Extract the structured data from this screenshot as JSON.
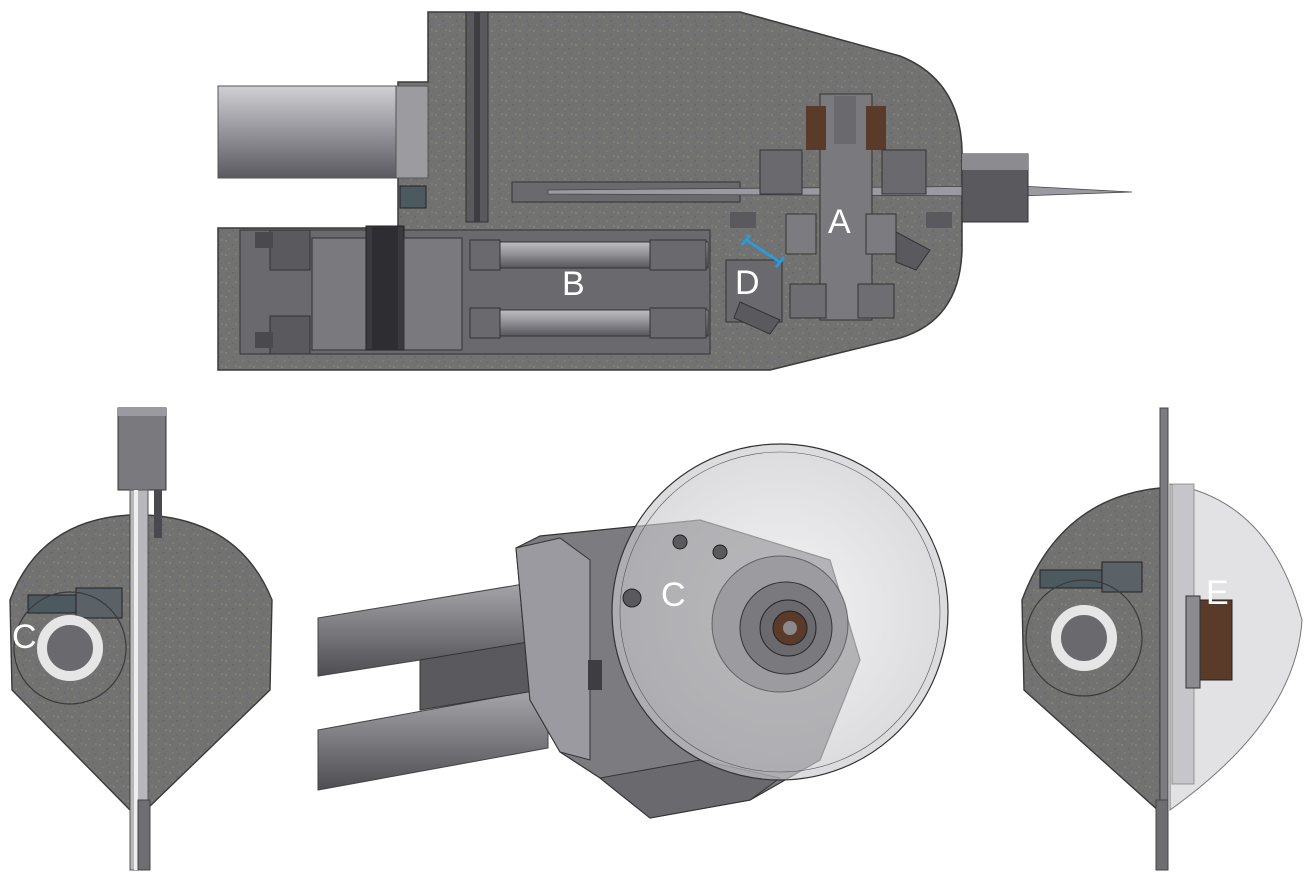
{
  "figure": {
    "labels": {
      "a": "A",
      "b": "B",
      "c_top": "C",
      "c_left": "C",
      "d": "D",
      "e": "E"
    },
    "colors": {
      "section_fill": "#6f6f6f",
      "section_speckle": "#8a8a6a",
      "steel_light": "#b4b4b8",
      "steel_mid": "#8c8c90",
      "steel_dark": "#4a4a4e",
      "bronze": "#5a3a28",
      "blue_callout": "#2a9ad8",
      "label_text": "#ffffff"
    }
  }
}
